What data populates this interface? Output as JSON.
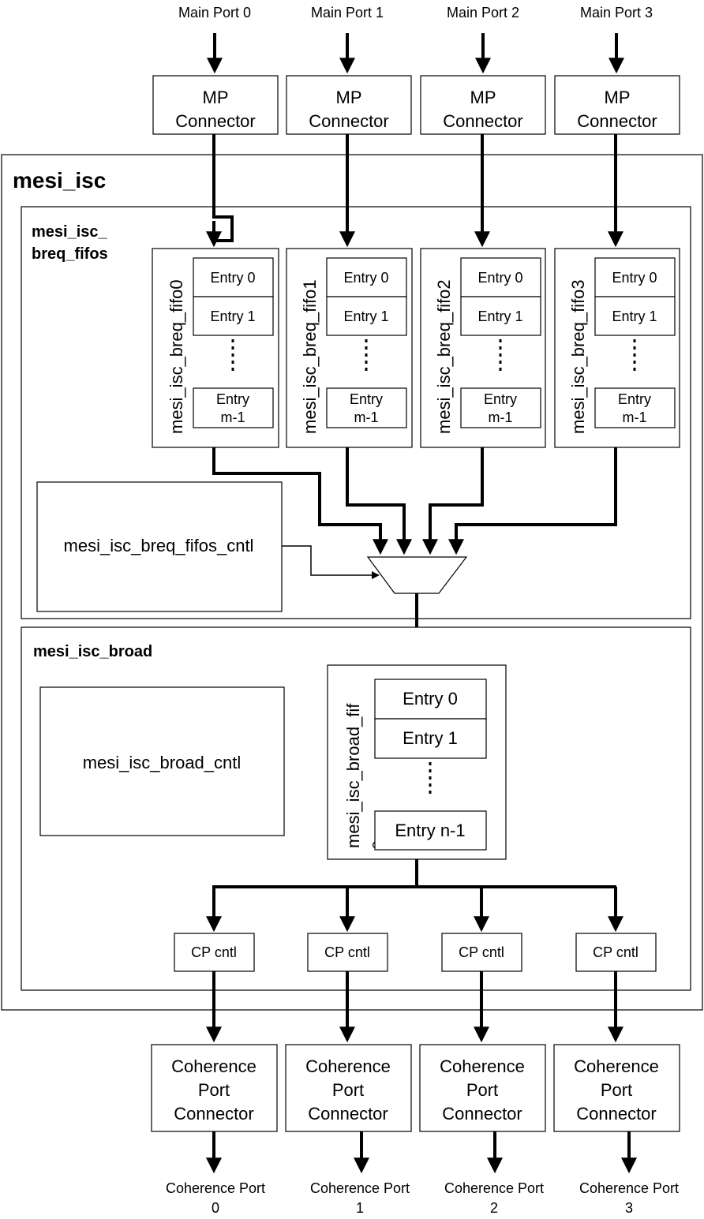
{
  "main_ports": [
    "Main Port 0",
    "Main Port 1",
    "Main Port 2",
    "Main Port 3"
  ],
  "mp_connector": [
    "MP",
    "Connector"
  ],
  "mesi_isc": {
    "title": "mesi_isc"
  },
  "breq_fifos": {
    "title_line1": "mesi_isc_",
    "title_line2": "breq_fifos",
    "fifo_names": [
      "mesi_isc_breq_fifo0",
      "mesi_isc_breq_fifo1",
      "mesi_isc_breq_fifo2",
      "mesi_isc_breq_fifo3"
    ],
    "entry0": "Entry 0",
    "entry1": "Entry 1",
    "entry_last": [
      "Entry",
      "m-1"
    ],
    "cntl": "mesi_isc_breq_fifos_cntl"
  },
  "broad": {
    "title": "mesi_isc_broad",
    "cntl": "mesi_isc_broad_cntl",
    "fifo_name": "mesi_isc_broad_fif",
    "fifo_name_tail": "o",
    "entry0": "Entry 0",
    "entry1": "Entry 1",
    "entry_last": "Entry n-1",
    "cp_cntl": [
      "CP cntl",
      "CP cntl",
      "CP cntl",
      "CP cntl"
    ]
  },
  "cp_connector": [
    "Coherence",
    "Port",
    "Connector"
  ],
  "coherence_ports": [
    [
      "Coherence Port",
      "0"
    ],
    [
      "Coherence Port",
      "1"
    ],
    [
      "Coherence Port",
      "2"
    ],
    [
      "Coherence Port",
      "3"
    ]
  ]
}
